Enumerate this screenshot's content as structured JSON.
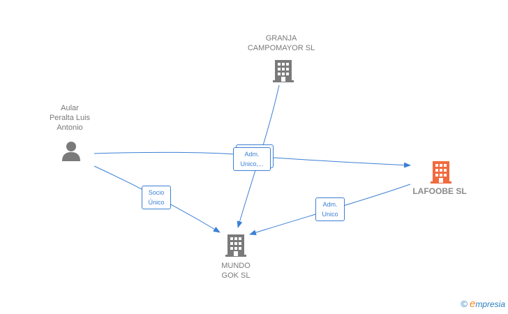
{
  "nodes": {
    "granja": {
      "label": "GRANJA\nCAMPOMAYOR SL",
      "color": "#7a7a7a"
    },
    "person": {
      "label": "Aular\nPeralta Luis\nAntonio",
      "color": "#7a7a7a"
    },
    "lafoobe": {
      "label": "LAFOOBE  SL",
      "color": "#f26a3d"
    },
    "mundo": {
      "label": "MUNDO\nGOK  SL",
      "color": "#7a7a7a"
    }
  },
  "edges": {
    "adm_unico_multi": "Adm.\nUnico,...",
    "socio_unico": "Socio\nÚnico",
    "adm_unico": "Adm.\nUnico"
  },
  "edge_color": "#3b7fd4",
  "brand": {
    "copyright": "©",
    "first_letter": "e",
    "rest": "mpresia"
  }
}
